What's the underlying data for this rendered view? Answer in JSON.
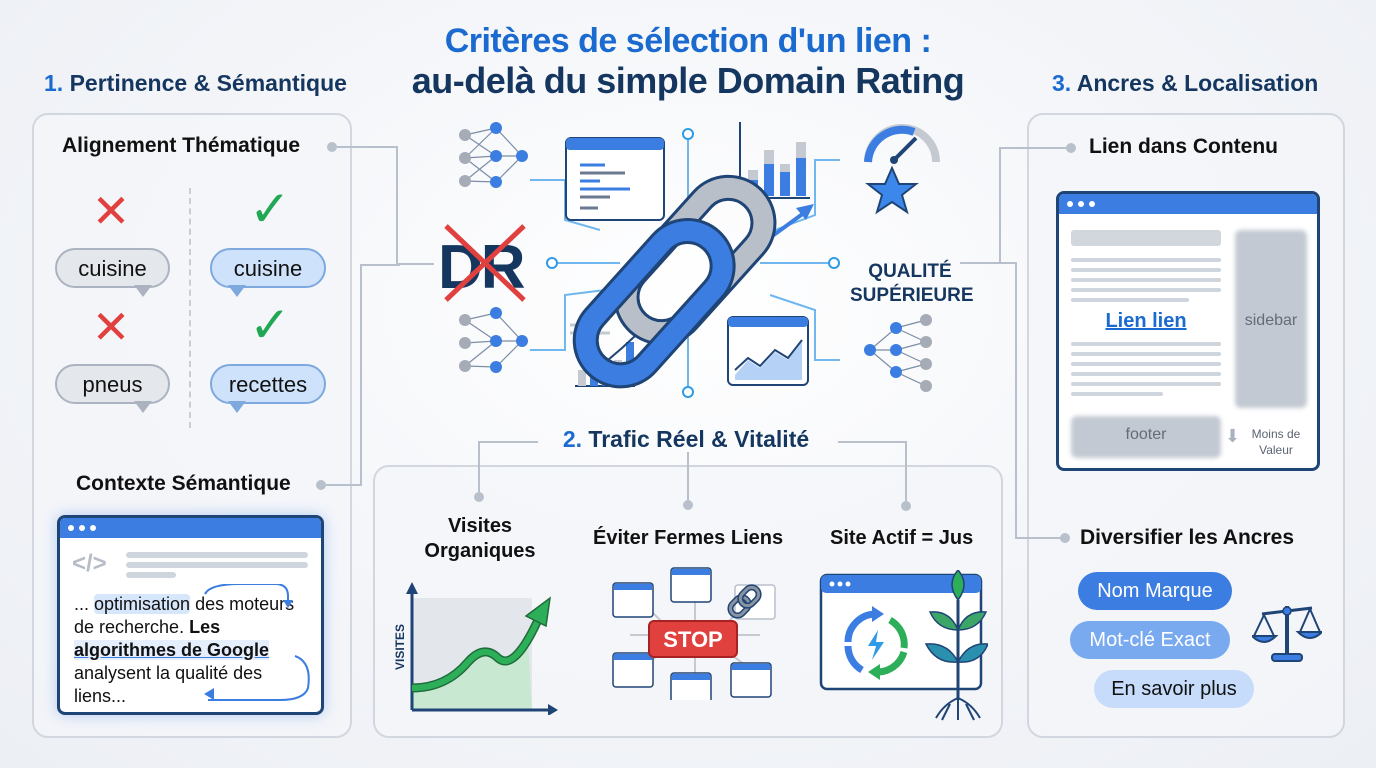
{
  "header": {
    "title_line1": "Critères de sélection d'un lien :",
    "title_line2": "au-delà du simple Domain Rating"
  },
  "section1": {
    "number": "1.",
    "title": "Pertinence & Sémantique",
    "alignment": {
      "title": "Alignement Thématique",
      "bad_pairs": [
        {
          "icon": "cross-icon",
          "label": "cuisine"
        },
        {
          "icon": "cross-icon",
          "label": "pneus"
        }
      ],
      "good_pairs": [
        {
          "icon": "check-icon",
          "label": "cuisine"
        },
        {
          "icon": "check-icon",
          "label": "recettes"
        }
      ]
    },
    "context": {
      "title": "Contexte Sémantique",
      "code_icon": "</>",
      "text_prefix": "... ",
      "text_highlight": "optimisation",
      "text_mid": " des moteurs de recherche. ",
      "text_bold_1": "Les",
      "text_bold_2": "algorithmes de Google",
      "text_end": " analysent la qualité des liens..."
    }
  },
  "center": {
    "crossed_label": "DR",
    "quality_line1": "QUALITÉ",
    "quality_line2": "SUPÉRIEURE",
    "icons": [
      "chain-link-icon",
      "neural-network-icon",
      "code-window-icon",
      "bar-chart-icon",
      "gauge-icon",
      "star-icon",
      "trend-arrow-icon",
      "line-chart-window-icon"
    ]
  },
  "section2": {
    "number": "2.",
    "title": "Trafic Réel & Vitalité",
    "items": [
      {
        "title_line1": "Visites",
        "title_line2": "Organiques",
        "axis_label": "VISITES"
      },
      {
        "title": "Éviter Fermes Liens",
        "stop_label": "STOP"
      },
      {
        "title": "Site Actif = Jus"
      }
    ]
  },
  "section3": {
    "number": "3.",
    "title": "Ancres & Localisation",
    "in_content": {
      "title": "Lien dans Contenu",
      "link_text": "Lien lien",
      "sidebar_label": "sidebar",
      "footer_label": "footer",
      "less_value_line1": "Moins de",
      "less_value_line2": "Valeur"
    },
    "diversify": {
      "title": "Diversifier les Ancres",
      "anchors": [
        "Nom Marque",
        "Mot-clé Exact",
        "En savoir plus"
      ]
    }
  },
  "colors": {
    "accent_blue": "#1b6ad0",
    "navy": "#15365f",
    "red": "#e0413f",
    "green": "#22a855"
  }
}
